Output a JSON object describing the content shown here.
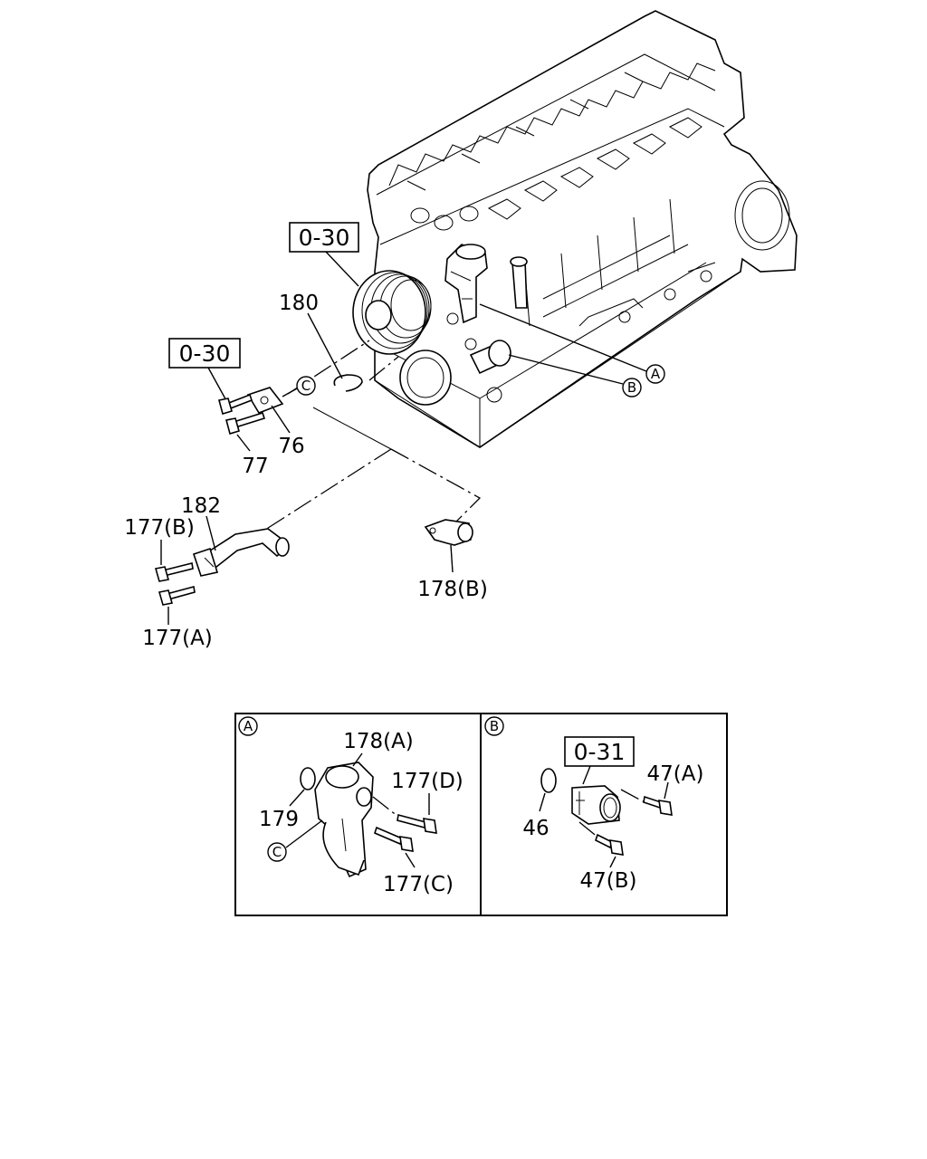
{
  "labels": {
    "ref_pulley": "0-30",
    "ref_bracket": "0-30",
    "ref_inset_b": "0-31",
    "p180": "180",
    "p76": "76",
    "p77": "77",
    "p182": "182",
    "p177b": "177(B)",
    "p177a": "177(A)",
    "p178b": "178(B)",
    "inset_a": {
      "p178a": "178(A)",
      "p177d": "177(D)",
      "p179": "179",
      "p177c": "177(C)"
    },
    "inset_b": {
      "p47a": "47(A)",
      "p46": "46",
      "p47b": "47(B)"
    }
  },
  "callouts": {
    "a": "A",
    "b": "B",
    "c": "C"
  }
}
